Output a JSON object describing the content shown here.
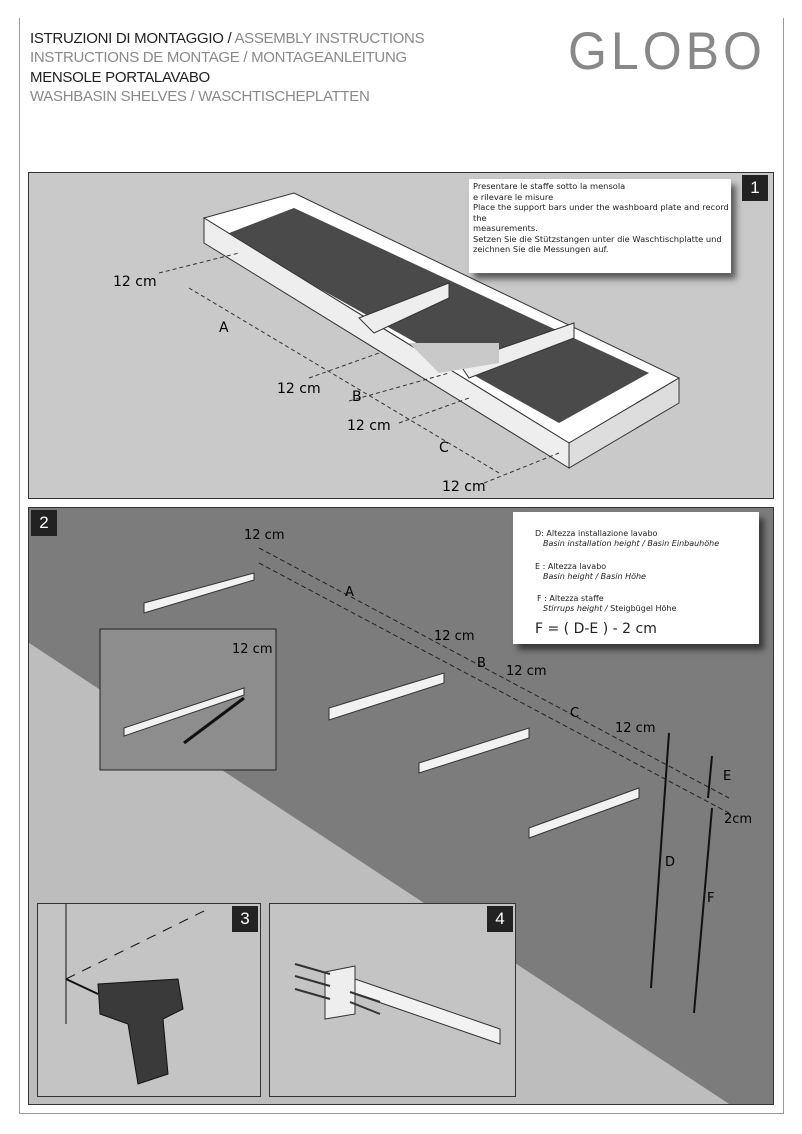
{
  "header": {
    "line1_it": "ISTRUZIONI DI MONTAGGIO / ",
    "line1_en": "ASSEMBLY INSTRUCTIONS",
    "line2": "INSTRUCTIONS DE MONTAGE / MONTAGEANLEITUNG",
    "line3": "MENSOLE PORTALAVABO",
    "line4": "WASHBASIN SHELVES / WASCHTISCHEPLATTEN",
    "logo": "GLOBO"
  },
  "step1": {
    "number": "1",
    "note": [
      "Presentare le staffe sotto la mensola",
      "e rilevare le misure",
      "Place the support bars under the washboard plate and record",
      "the",
      "measurements.",
      "Setzen Sie die Stützstangen unter die Waschtischplatte und",
      "zeichnen Sie die Messungen auf."
    ],
    "labels": {
      "m1": "12 cm",
      "m2": "12 cm",
      "m3": "12 cm",
      "m4": "12 cm",
      "a": "A",
      "b": "B",
      "c": "C"
    }
  },
  "step2": {
    "number": "2",
    "legend": {
      "d": "D: Altezza installazione lavabo",
      "d_sub": "Basin installation height / Basin Einbauhöhe",
      "e": "E : Altezza lavabo",
      "e_sub": "Basin height / Basin Höhe",
      "f": "F : Altezza staffe",
      "f_sub_i": "Stirrups height / ",
      "f_sub": "Steigbügel Höhe",
      "formula": "F = ( D-E ) - 2 cm"
    },
    "labels": {
      "m1": "12 cm",
      "m2": "12 cm",
      "m3": "12 cm",
      "m4": "12 cm",
      "m5": "12 cm",
      "a": "A",
      "b": "B",
      "c": "C",
      "d": "D",
      "e": "E",
      "f": "F",
      "gap": "2cm"
    }
  },
  "step3": {
    "number": "3"
  },
  "step4": {
    "number": "4"
  }
}
